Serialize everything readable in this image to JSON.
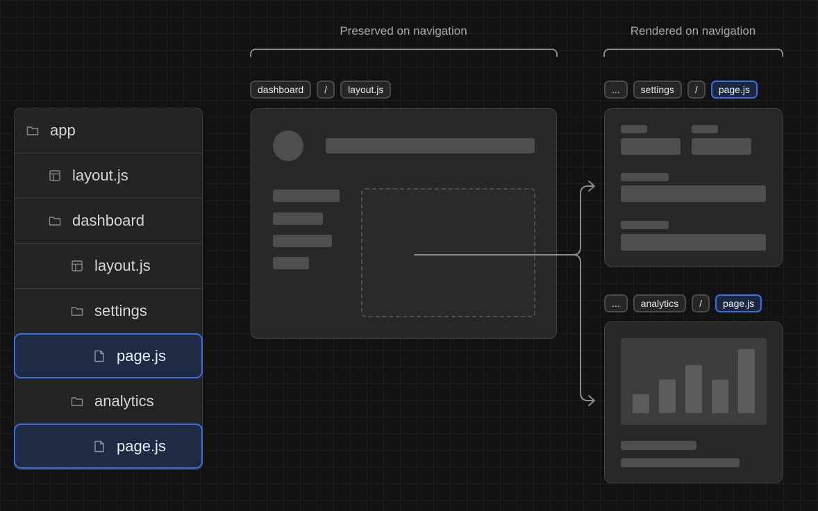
{
  "tree": {
    "items": [
      {
        "label": "app",
        "icon": "folder-icon"
      },
      {
        "label": "layout.js",
        "icon": "layout-file-icon"
      },
      {
        "label": "dashboard",
        "icon": "folder-icon"
      },
      {
        "label": "layout.js",
        "icon": "layout-file-icon"
      },
      {
        "label": "settings",
        "icon": "folder-icon"
      },
      {
        "label": "page.js",
        "icon": "file-icon"
      },
      {
        "label": "analytics",
        "icon": "folder-icon"
      },
      {
        "label": "page.js",
        "icon": "file-icon"
      }
    ],
    "highlight_color": "#3b6ee0"
  },
  "preserved": {
    "title": "Preserved on navigation",
    "chips": [
      "dashboard",
      "/",
      "layout.js"
    ]
  },
  "rendered": {
    "title": "Rendered on navigation",
    "settings_chips": [
      "...",
      "settings",
      "/",
      "page.js"
    ],
    "analytics_chips": [
      "...",
      "analytics",
      "/",
      "page.js"
    ]
  },
  "analytics_chart": {
    "values": [
      1.3,
      2.3,
      3.3,
      2.3,
      4.4
    ]
  }
}
